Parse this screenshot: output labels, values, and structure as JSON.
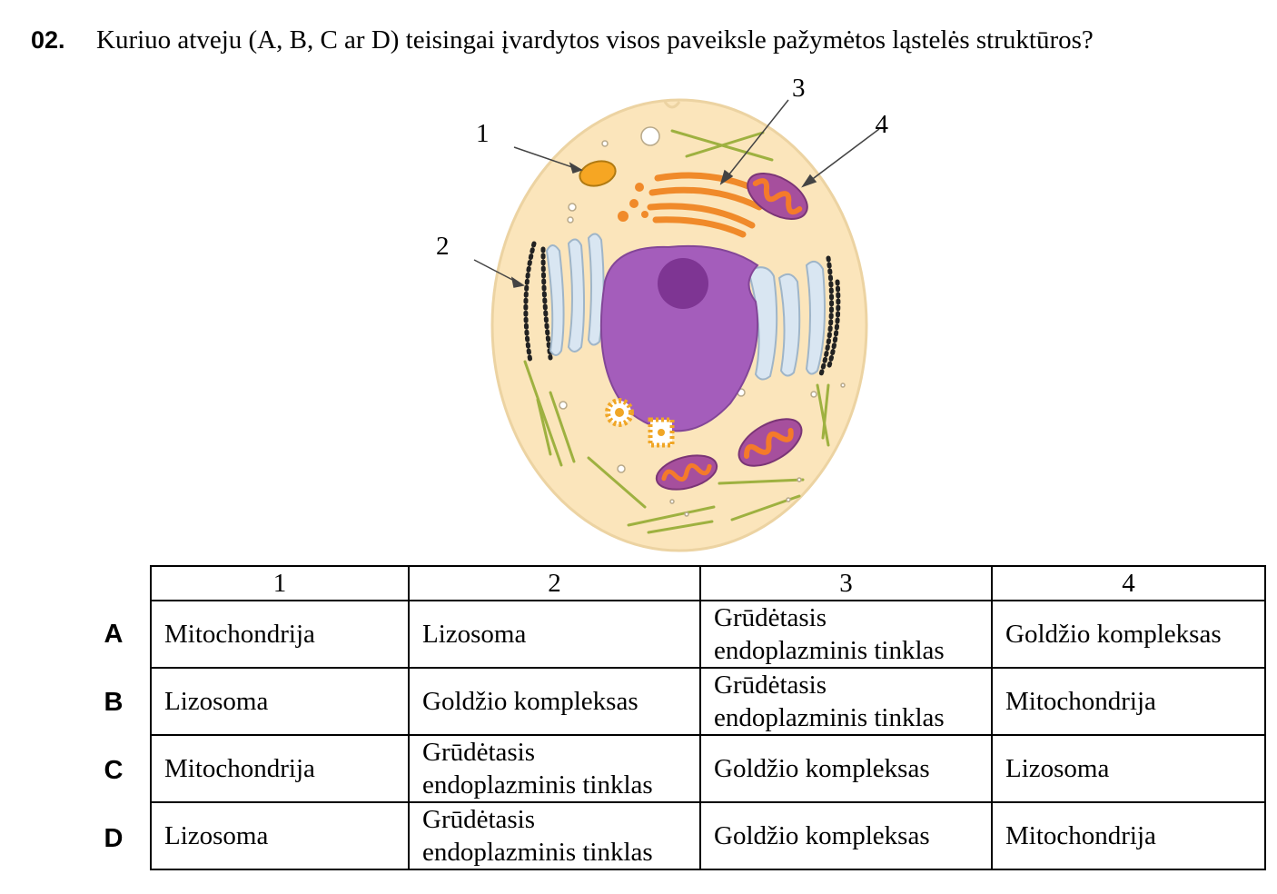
{
  "question": {
    "number": "02.",
    "text": "Kuriuo atveju (A, B, C ar D) teisingai įvardytos visos paveiksle pažymėtos ląstelės struktūros?"
  },
  "figure": {
    "callouts": [
      "1",
      "2",
      "3",
      "4"
    ],
    "colors": {
      "cytoplasm": "#fbe5bb",
      "nucleus": "#a45dbb",
      "nucleolus": "#7e3593",
      "golgi": "#f08a2a",
      "lysosome": "#f6a623",
      "mitochondrion_outer": "#a64f9d",
      "mitochondrion_inner": "#f47a2b",
      "er": "#d9e6f2",
      "rough_er_dots": "#222222",
      "cytoskeleton": "#9eb140"
    }
  },
  "table": {
    "headers": [
      "1",
      "2",
      "3",
      "4"
    ],
    "rows": [
      {
        "letter": "A",
        "cells": [
          "Mitochondrija",
          "Lizosoma",
          "Grūdėtasis endoplazminis tinklas",
          "Goldžio kompleksas"
        ]
      },
      {
        "letter": "B",
        "cells": [
          "Lizosoma",
          "Goldžio kompleksas",
          "Grūdėtasis endoplazminis tinklas",
          "Mitochondrija"
        ]
      },
      {
        "letter": "C",
        "cells": [
          "Mitochondrija",
          "Grūdėtasis endoplazminis tinklas",
          "Goldžio kompleksas",
          "Lizosoma"
        ]
      },
      {
        "letter": "D",
        "cells": [
          "Lizosoma",
          "Grūdėtasis endoplazminis tinklas",
          "Goldžio kompleksas",
          "Mitochondrija"
        ]
      }
    ]
  }
}
